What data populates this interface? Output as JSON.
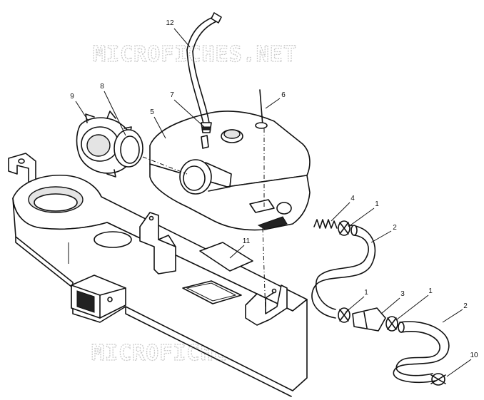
{
  "watermark": {
    "text": "MICROFICHES.NET"
  },
  "callouts": [
    {
      "id": "c-12",
      "label": "12"
    },
    {
      "id": "c-9",
      "label": "9"
    },
    {
      "id": "c-8",
      "label": "8"
    },
    {
      "id": "c-7",
      "label": "7"
    },
    {
      "id": "c-5",
      "label": "5"
    },
    {
      "id": "c-6",
      "label": "6"
    },
    {
      "id": "c-4",
      "label": "4"
    },
    {
      "id": "c-1a",
      "label": "1"
    },
    {
      "id": "c-2a",
      "label": "2"
    },
    {
      "id": "c-11",
      "label": "11"
    },
    {
      "id": "c-1b",
      "label": "1"
    },
    {
      "id": "c-3",
      "label": "3"
    },
    {
      "id": "c-1c",
      "label": "1"
    },
    {
      "id": "c-2b",
      "label": "2"
    },
    {
      "id": "c-10",
      "label": "10"
    }
  ]
}
